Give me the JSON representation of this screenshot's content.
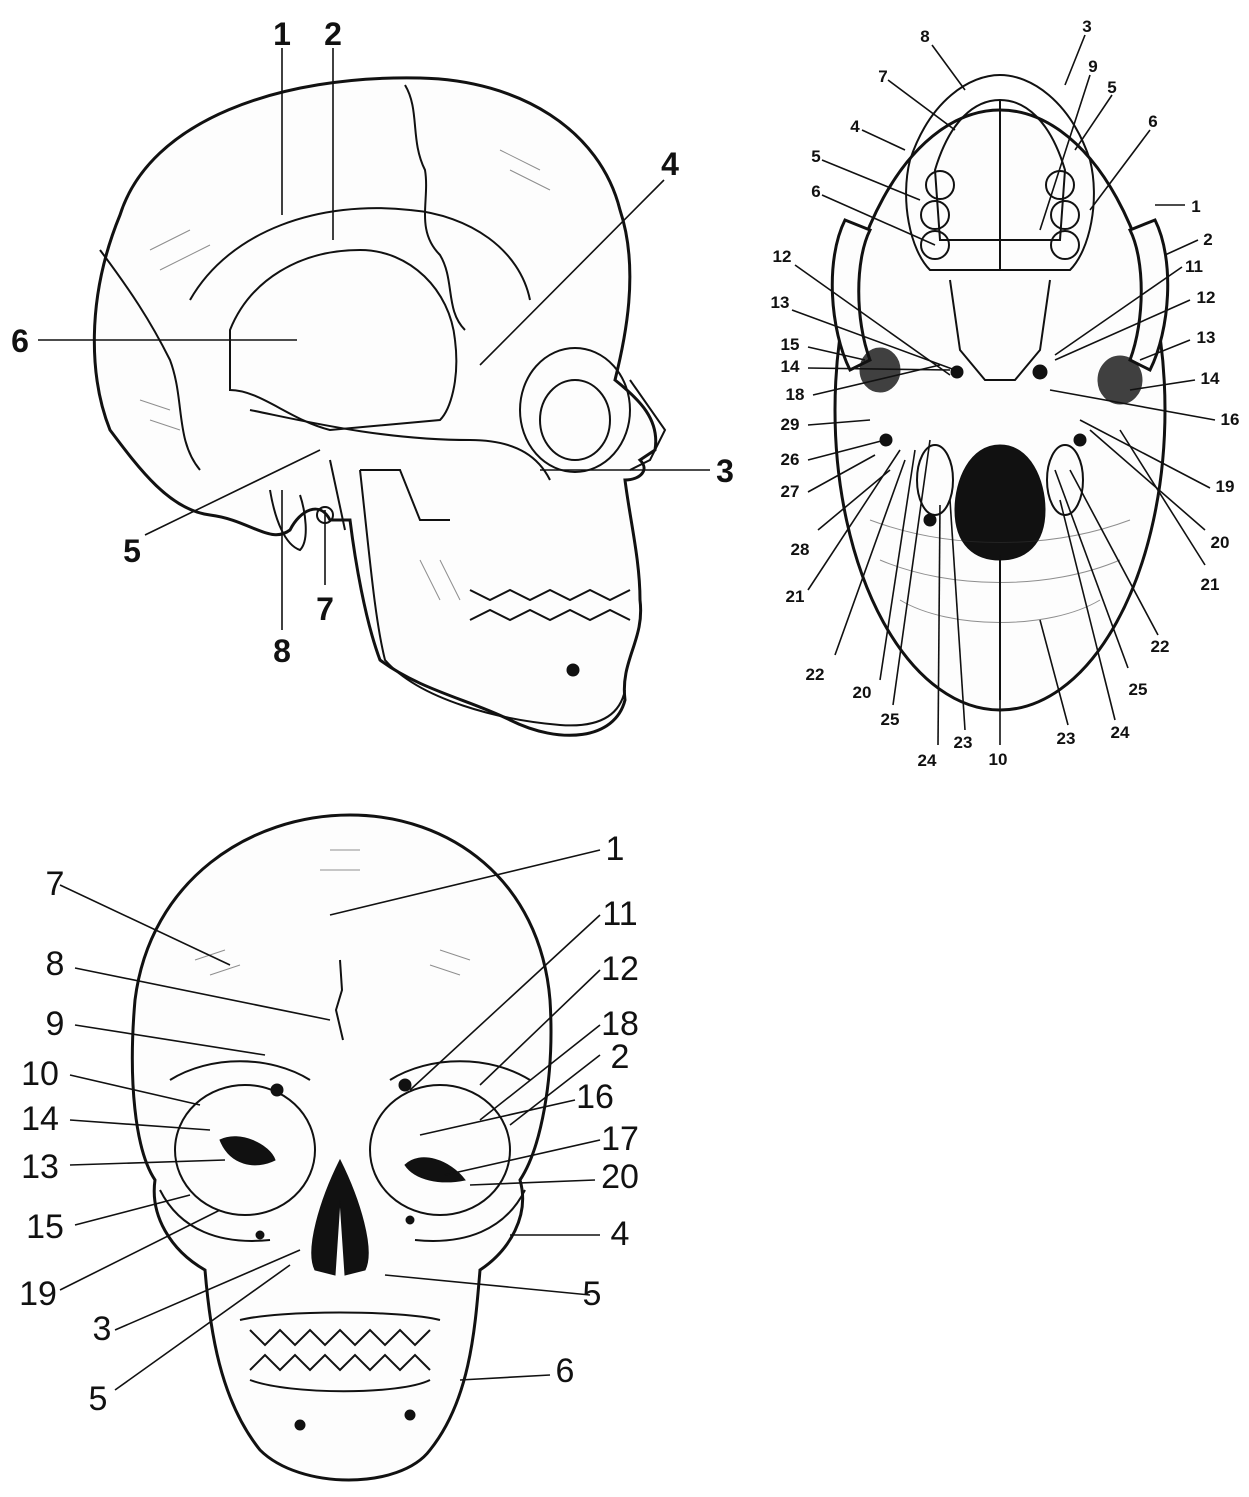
{
  "lateral_view": {
    "labels": [
      "1",
      "2",
      "3",
      "4",
      "5",
      "6",
      "7",
      "8"
    ]
  },
  "basal_view": {
    "labels": [
      "8",
      "3",
      "7",
      "9",
      "5",
      "4",
      "6",
      "5",
      "6",
      "1",
      "2",
      "11",
      "12",
      "12",
      "13",
      "13",
      "15",
      "14",
      "14",
      "18",
      "16",
      "29",
      "26",
      "19",
      "27",
      "20",
      "28",
      "21",
      "21",
      "22",
      "22",
      "20",
      "25",
      "25",
      "24",
      "23",
      "23",
      "24",
      "10"
    ]
  },
  "frontal_view": {
    "labels": [
      "1",
      "7",
      "11",
      "8",
      "12",
      "9",
      "18",
      "2",
      "10",
      "16",
      "14",
      "17",
      "13",
      "20",
      "15",
      "4",
      "19",
      "5",
      "3",
      "6",
      "5"
    ]
  }
}
